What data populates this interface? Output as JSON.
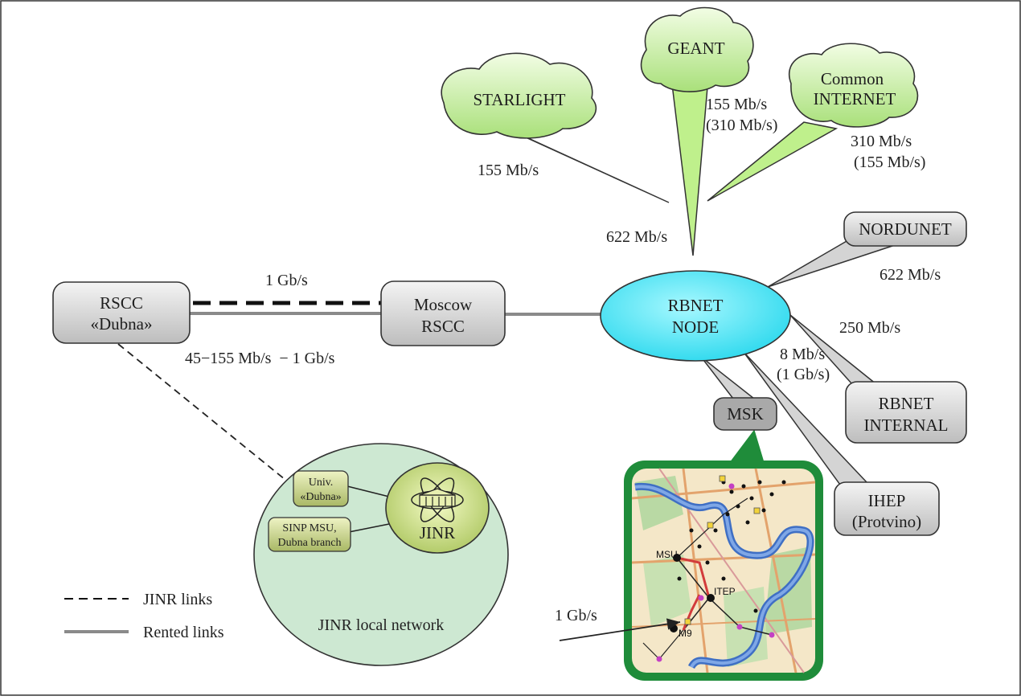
{
  "nodes": {
    "starlight": "STARLIGHT",
    "geant": "GEANT",
    "common_internet": [
      "Common",
      "INTERNET"
    ],
    "nordunet": "NORDUNET",
    "rbnet_node": [
      "RBNET",
      "NODE"
    ],
    "moscow_rscc": [
      "Moscow",
      "RSCC"
    ],
    "rscc_dubna": [
      "RSCC",
      "«Dubna»"
    ],
    "rbnet_internal": [
      "RBNET",
      "INTERNAL"
    ],
    "msk": "MSK",
    "ihep": [
      "IHEP",
      "(Protvino)"
    ],
    "jinr": "JINR",
    "univ_dubna": [
      "Univ.",
      "«Dubna»"
    ],
    "sinp_msu": [
      "SINP MSU,",
      "Dubna branch"
    ],
    "jinr_local_network": "JINR local network"
  },
  "links": {
    "starlight_speed": "155 Mb/s",
    "geant_speed": [
      "155 Mb/s",
      "(310 Mb/s)"
    ],
    "internet_speed": [
      "310 Mb/s",
      "(155 Mb/s)"
    ],
    "trunk_speed": "622 Mb/s",
    "nordunet_speed": "622 Mb/s",
    "internal_speed": "250 Mb/s",
    "ihep_speed": [
      "8 Mb/s",
      "(1 Gb/s)"
    ],
    "dubna_jinr_speed": "1 Gb/s",
    "dubna_rented_speed": "45−155 Mb/s  − 1 Gb/s",
    "map_speed": "1 Gb/s"
  },
  "map": {
    "points": [
      "MSU",
      "ITEP",
      "M9"
    ]
  },
  "legend": {
    "jinr_links": "JINR links",
    "rented_links": "Rented links"
  },
  "colors": {
    "cloud_fill": "#c8ef9a",
    "rbnet_fill": "#38e4f4",
    "box_fill": "#cfcfcf",
    "jinr_area_fill": "#cde8d2",
    "map_border": "#1f8c3a",
    "rented_line": "#8a8a8a"
  }
}
